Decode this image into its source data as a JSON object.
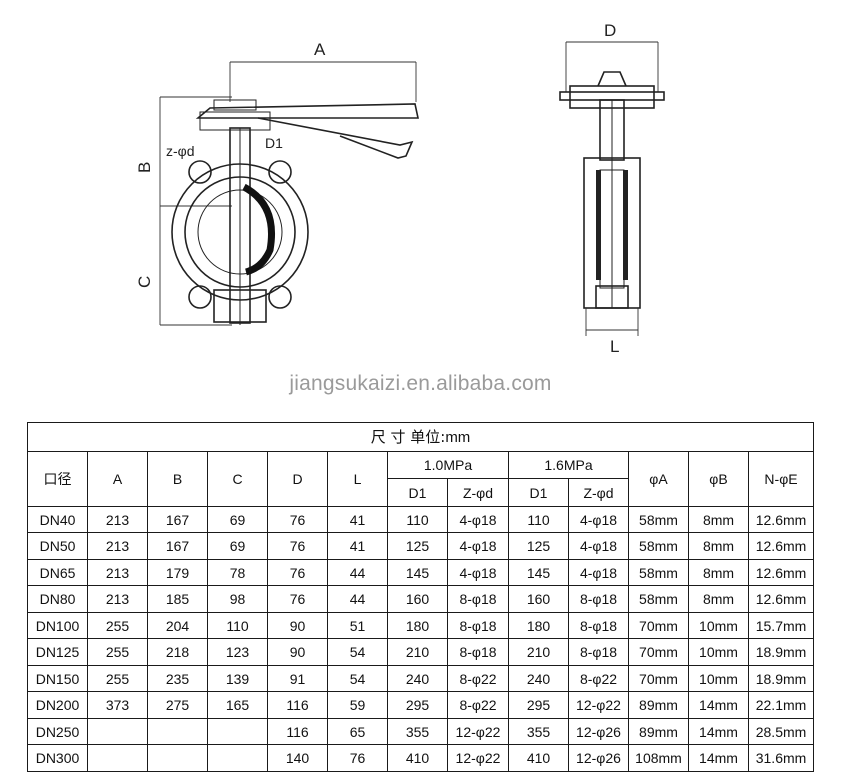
{
  "drawing": {
    "labels": {
      "a": "A",
      "b": "B",
      "c": "C",
      "zd": "z-φd",
      "d1": "D1",
      "d": "D",
      "l": "L"
    }
  },
  "watermark": "jiangsukaizi.en.alibaba.com",
  "table": {
    "title_cjk": "尺 寸 单位:",
    "title_unit": "mm",
    "headers": {
      "size": "口径",
      "a": "A",
      "b": "B",
      "c": "C",
      "d": "D",
      "l": "L",
      "p1": "1.0MPa",
      "p2": "1.6MPa",
      "d1_1": "D1",
      "zd_1": "Z-φd",
      "d1_2": "D1",
      "zd_2": "Z-φd",
      "phi_a": "φA",
      "phi_b": "φB",
      "ne": "N-φE"
    },
    "rows": [
      [
        "DN40",
        "213",
        "167",
        "69",
        "76",
        "41",
        "110",
        "4-φ18",
        "110",
        "4-φ18",
        "58mm",
        "8mm",
        "12.6mm"
      ],
      [
        "DN50",
        "213",
        "167",
        "69",
        "76",
        "41",
        "125",
        "4-φ18",
        "125",
        "4-φ18",
        "58mm",
        "8mm",
        "12.6mm"
      ],
      [
        "DN65",
        "213",
        "179",
        "78",
        "76",
        "44",
        "145",
        "4-φ18",
        "145",
        "4-φ18",
        "58mm",
        "8mm",
        "12.6mm"
      ],
      [
        "DN80",
        "213",
        "185",
        "98",
        "76",
        "44",
        "160",
        "8-φ18",
        "160",
        "8-φ18",
        "58mm",
        "8mm",
        "12.6mm"
      ],
      [
        "DN100",
        "255",
        "204",
        "110",
        "90",
        "51",
        "180",
        "8-φ18",
        "180",
        "8-φ18",
        "70mm",
        "10mm",
        "15.7mm"
      ],
      [
        "DN125",
        "255",
        "218",
        "123",
        "90",
        "54",
        "210",
        "8-φ18",
        "210",
        "8-φ18",
        "70mm",
        "10mm",
        "18.9mm"
      ],
      [
        "DN150",
        "255",
        "235",
        "139",
        "91",
        "54",
        "240",
        "8-φ22",
        "240",
        "8-φ22",
        "70mm",
        "10mm",
        "18.9mm"
      ],
      [
        "DN200",
        "373",
        "275",
        "165",
        "116",
        "59",
        "295",
        "8-φ22",
        "295",
        "12-φ22",
        "89mm",
        "14mm",
        "22.1mm"
      ],
      [
        "DN250",
        "",
        "",
        "",
        "116",
        "65",
        "355",
        "12-φ22",
        "355",
        "12-φ26",
        "89mm",
        "14mm",
        "28.5mm"
      ],
      [
        "DN300",
        "",
        "",
        "",
        "140",
        "76",
        "410",
        "12-φ22",
        "410",
        "12-φ26",
        "108mm",
        "14mm",
        "31.6mm"
      ]
    ]
  }
}
